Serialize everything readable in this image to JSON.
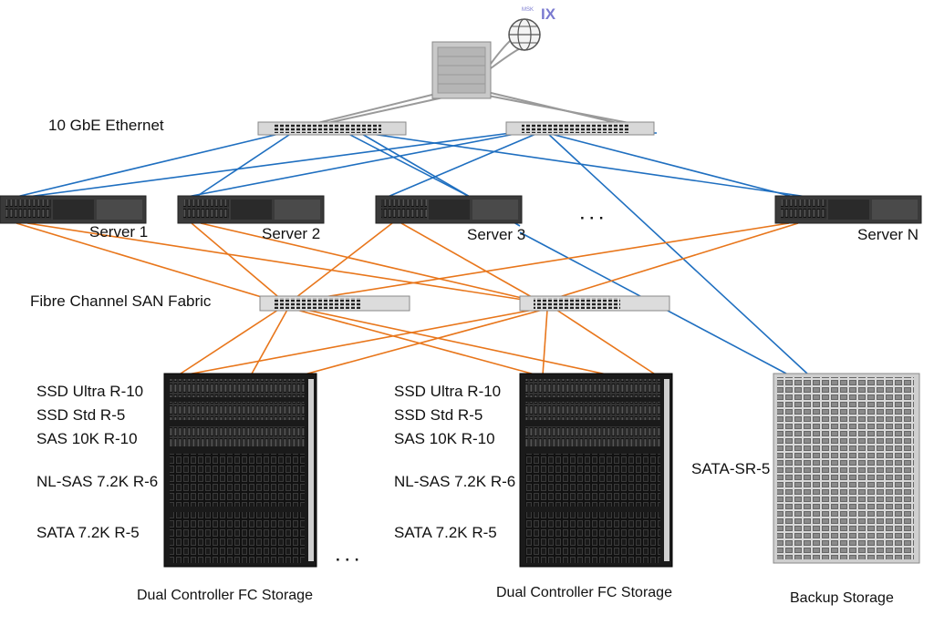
{
  "ix_logo": {
    "small": "MSK",
    "big": "IX"
  },
  "labels": {
    "ethernet": "10 GbE Ethernet",
    "fc_fabric": "Fibre Channel SAN Fabric",
    "ellipsis_servers": "· · ·",
    "ellipsis_storage": "· · ·"
  },
  "servers": [
    {
      "name": "Server 1"
    },
    {
      "name": "Server 2"
    },
    {
      "name": "Server 3"
    },
    {
      "name": "Server N"
    }
  ],
  "storage_arrays": [
    {
      "caption": "Dual Controller FC Storage",
      "tiers": [
        "SSD Ultra R-10",
        "SSD Std R-5",
        "SAS 10K R-10",
        "NL-SAS 7.2K R-6",
        "SATA 7.2K R-5"
      ]
    },
    {
      "caption": "Dual Controller FC Storage",
      "tiers": [
        "SSD Ultra R-10",
        "SSD Std R-5",
        "SAS 10K R-10",
        "NL-SAS 7.2K R-6",
        "SATA 7.2K R-5"
      ]
    }
  ],
  "backup": {
    "caption": "Backup Storage",
    "tier": "SATA-SR-5"
  },
  "colors": {
    "ethernet_link": "#1f6fc0",
    "fc_link": "#e8761b",
    "uplink": "#999999",
    "ix_logo": "#7a7ad0"
  }
}
